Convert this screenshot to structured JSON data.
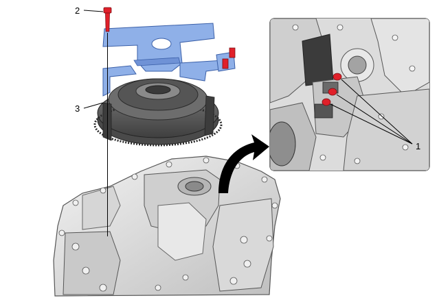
{
  "callouts": {
    "one": "1",
    "two": "2",
    "three": "3"
  },
  "colors": {
    "tool": "#8fb0e8",
    "tool_edge": "#3a5fa8",
    "bolt": "#e0202a",
    "metal_light": "#e4e4e4",
    "metal_mid": "#bdbdbd",
    "metal_dark": "#5e5e5e",
    "line": "#000000"
  },
  "icons": [
    "bolt-icon",
    "seal-ring-icon",
    "direction-arrow-icon"
  ]
}
